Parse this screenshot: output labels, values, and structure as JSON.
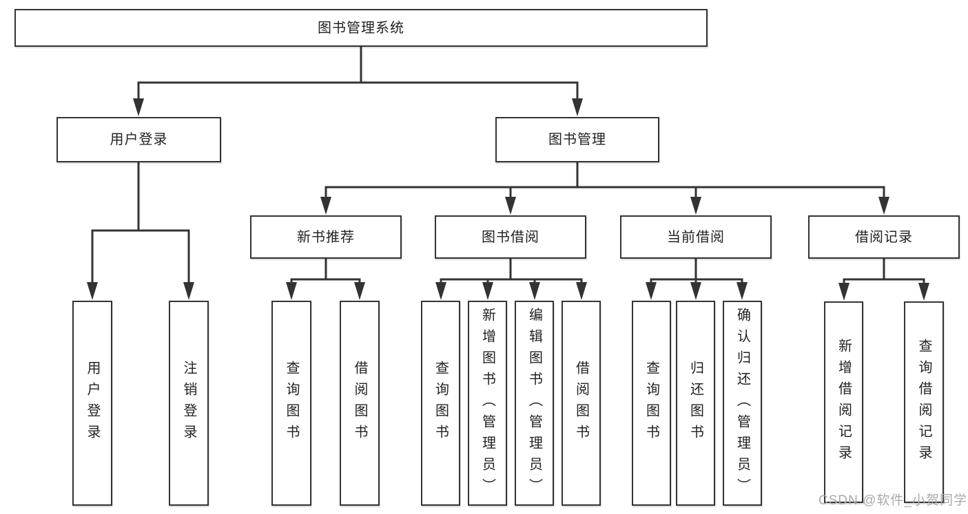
{
  "diagram": {
    "type": "hierarchy-tree",
    "tree": {
      "root": {
        "label": "图书管理系统",
        "children": [
          {
            "label": "用户登录",
            "children": [
              {
                "label": "用户登录"
              },
              {
                "label": "注销登录"
              }
            ]
          },
          {
            "label": "图书管理",
            "children": [
              {
                "label": "新书推荐",
                "children": [
                  {
                    "label": "查询图书"
                  },
                  {
                    "label": "借阅图书"
                  }
                ]
              },
              {
                "label": "图书借阅",
                "children": [
                  {
                    "label": "查询图书"
                  },
                  {
                    "label": "新增图书（管理员）"
                  },
                  {
                    "label": "编辑图书（管理员）"
                  },
                  {
                    "label": "借阅图书"
                  }
                ]
              },
              {
                "label": "当前借阅",
                "children": [
                  {
                    "label": "查询图书"
                  },
                  {
                    "label": "归还图书"
                  },
                  {
                    "label": "确认归还（管理员）"
                  }
                ]
              },
              {
                "label": "借阅记录",
                "children": [
                  {
                    "label": "新增借阅记录"
                  },
                  {
                    "label": "查询借阅记录"
                  }
                ]
              }
            ]
          }
        ]
      }
    },
    "colors": {
      "line": "#333333",
      "box_border": "#333333",
      "text": "#222222",
      "background": "#ffffff",
      "watermark": "#a9a9a9"
    }
  },
  "watermark": {
    "text": "CSDN @软件_小贺同学"
  }
}
